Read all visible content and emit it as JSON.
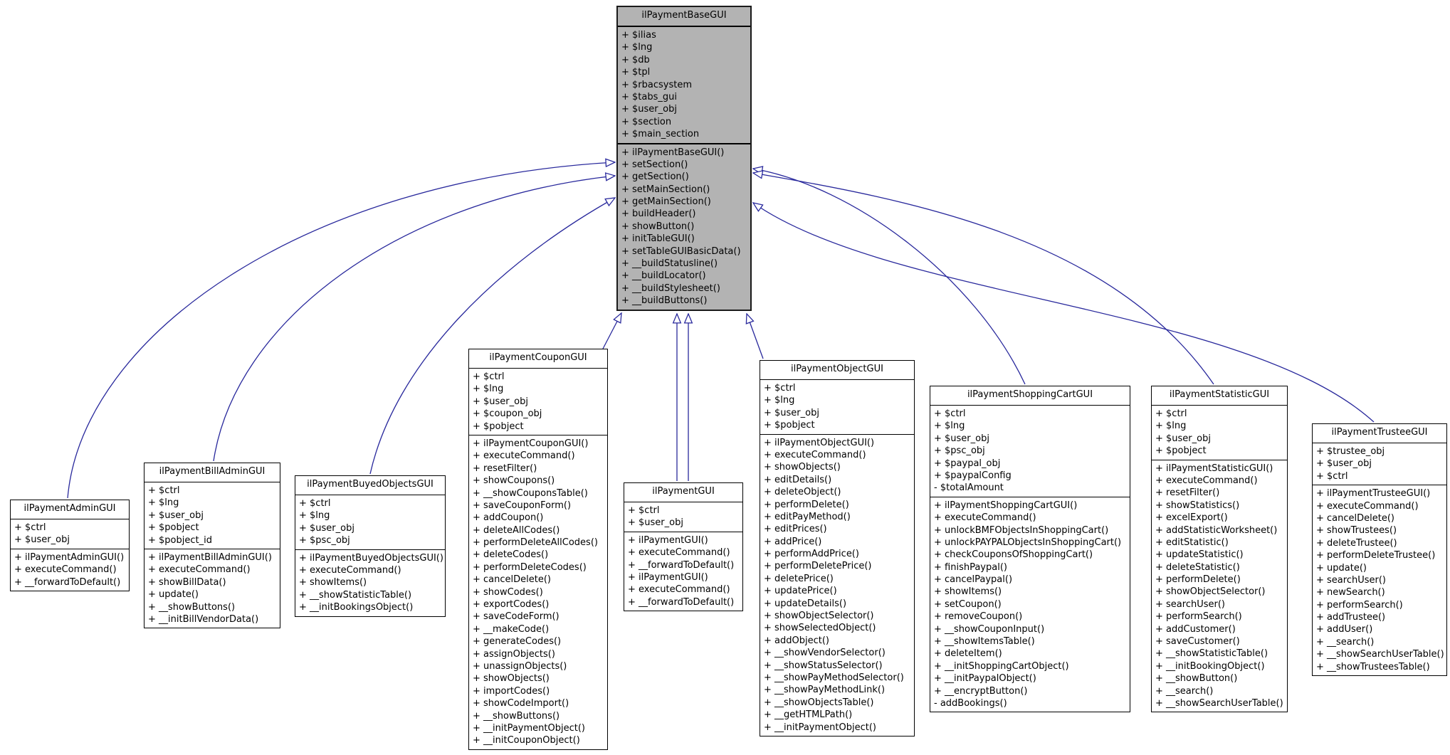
{
  "diagram": {
    "kind": "uml-inheritance-class-diagram",
    "arrow_color": "#28289c",
    "base_fill": "#b3b3b3",
    "classes": [
      {
        "name": "ilPaymentBaseGUI",
        "is_base": true,
        "attributes": [
          "+ $ilias",
          "+ $lng",
          "+ $db",
          "+ $tpl",
          "+ $rbacsystem",
          "+ $tabs_gui",
          "+ $user_obj",
          "+ $section",
          "+ $main_section"
        ],
        "methods": [
          "+ ilPaymentBaseGUI()",
          "+ setSection()",
          "+ getSection()",
          "+ setMainSection()",
          "+ getMainSection()",
          "+ buildHeader()",
          "+ showButton()",
          "+ initTableGUI()",
          "+ setTableGUIBasicData()",
          "+ __buildStatusline()",
          "+ __buildLocator()",
          "+ __buildStylesheet()",
          "+ __buildButtons()"
        ]
      },
      {
        "name": "ilPaymentAdminGUI",
        "attributes": [
          "+ $ctrl",
          "+ $user_obj"
        ],
        "methods": [
          "+ ilPaymentAdminGUI()",
          "+ executeCommand()",
          "+ __forwardToDefault()"
        ]
      },
      {
        "name": "ilPaymentBillAdminGUI",
        "attributes": [
          "+ $ctrl",
          "+ $lng",
          "+ $user_obj",
          "+ $pobject",
          "+ $pobject_id"
        ],
        "methods": [
          "+ ilPaymentBillAdminGUI()",
          "+ executeCommand()",
          "+ showBillData()",
          "+ update()",
          "+ __showButtons()",
          "+ __initBillVendorData()"
        ]
      },
      {
        "name": "ilPaymentBuyedObjectsGUI",
        "attributes": [
          "+ $ctrl",
          "+ $lng",
          "+ $user_obj",
          "+ $psc_obj"
        ],
        "methods": [
          "+ ilPaymentBuyedObjectsGUI()",
          "+ executeCommand()",
          "+ showItems()",
          "+ __showStatisticTable()",
          "+ __initBookingsObject()"
        ]
      },
      {
        "name": "ilPaymentCouponGUI",
        "attributes": [
          "+ $ctrl",
          "+ $lng",
          "+ $user_obj",
          "+ $coupon_obj",
          "+ $pobject"
        ],
        "methods": [
          "+ ilPaymentCouponGUI()",
          "+ executeCommand()",
          "+ resetFilter()",
          "+ showCoupons()",
          "+ __showCouponsTable()",
          "+ saveCouponForm()",
          "+ addCoupon()",
          "+ deleteAllCodes()",
          "+ performDeleteAllCodes()",
          "+ deleteCodes()",
          "+ performDeleteCodes()",
          "+ cancelDelete()",
          "+ showCodes()",
          "+ exportCodes()",
          "+ saveCodeForm()",
          "+ __makeCode()",
          "+ generateCodes()",
          "+ assignObjects()",
          "+ unassignObjects()",
          "+ showObjects()",
          "+ importCodes()",
          "+ showCodeImport()",
          "+ __showButtons()",
          "+ __initPaymentObject()",
          "+ __initCouponObject()"
        ]
      },
      {
        "name": "ilPaymentGUI",
        "attributes": [
          "+ $ctrl",
          "+ $user_obj"
        ],
        "methods": [
          "+ ilPaymentGUI()",
          "+ executeCommand()",
          "+ __forwardToDefault()",
          "+ ilPaymentGUI()",
          "+ executeCommand()",
          "+ __forwardToDefault()"
        ]
      },
      {
        "name": "ilPaymentObjectGUI",
        "attributes": [
          "+ $ctrl",
          "+ $lng",
          "+ $user_obj",
          "+ $pobject"
        ],
        "methods": [
          "+ ilPaymentObjectGUI()",
          "+ executeCommand()",
          "+ showObjects()",
          "+ editDetails()",
          "+ deleteObject()",
          "+ performDelete()",
          "+ editPayMethod()",
          "+ editPrices()",
          "+ addPrice()",
          "+ performAddPrice()",
          "+ performDeletePrice()",
          "+ deletePrice()",
          "+ updatePrice()",
          "+ updateDetails()",
          "+ showObjectSelector()",
          "+ showSelectedObject()",
          "+ addObject()",
          "+ __showVendorSelector()",
          "+ __showStatusSelector()",
          "+ __showPayMethodSelector()",
          "+ __showPayMethodLink()",
          "+ __showObjectsTable()",
          "+ __getHTMLPath()",
          "+ __initPaymentObject()"
        ]
      },
      {
        "name": "ilPaymentShoppingCartGUI",
        "attributes": [
          "+ $ctrl",
          "+ $lng",
          "+ $user_obj",
          "+ $psc_obj",
          "+ $paypal_obj",
          "+ $paypalConfig",
          "- $totalAmount"
        ],
        "methods": [
          "+ ilPaymentShoppingCartGUI()",
          "+ executeCommand()",
          "+ unlockBMFObjectsInShoppingCart()",
          "+ unlockPAYPALObjectsInShoppingCart()",
          "+ checkCouponsOfShoppingCart()",
          "+ finishPaypal()",
          "+ cancelPaypal()",
          "+ showItems()",
          "+ setCoupon()",
          "+ removeCoupon()",
          "+ __showCouponInput()",
          "+ __showItemsTable()",
          "+ deleteItem()",
          "+ __initShoppingCartObject()",
          "+ __initPaypalObject()",
          "+ __encryptButton()",
          "- addBookings()"
        ]
      },
      {
        "name": "ilPaymentStatisticGUI",
        "attributes": [
          "+ $ctrl",
          "+ $lng",
          "+ $user_obj",
          "+ $pobject"
        ],
        "methods": [
          "+ ilPaymentStatisticGUI()",
          "+ executeCommand()",
          "+ resetFilter()",
          "+ showStatistics()",
          "+ excelExport()",
          "+ addStatisticWorksheet()",
          "+ editStatistic()",
          "+ updateStatistic()",
          "+ deleteStatistic()",
          "+ performDelete()",
          "+ showObjectSelector()",
          "+ searchUser()",
          "+ performSearch()",
          "+ addCustomer()",
          "+ saveCustomer()",
          "+ __showStatisticTable()",
          "+ __initBookingObject()",
          "+ __showButton()",
          "+ __search()",
          "+ __showSearchUserTable()"
        ]
      },
      {
        "name": "ilPaymentTrusteeGUI",
        "attributes": [
          "+ $trustee_obj",
          "+ $user_obj",
          "+ $ctrl"
        ],
        "methods": [
          "+ ilPaymentTrusteeGUI()",
          "+ executeCommand()",
          "+ cancelDelete()",
          "+ showTrustees()",
          "+ deleteTrustee()",
          "+ performDeleteTrustee()",
          "+ update()",
          "+ searchUser()",
          "+ newSearch()",
          "+ performSearch()",
          "+ addTrustee()",
          "+ addUser()",
          "+ __search()",
          "+ __showSearchUserTable()",
          "+ __showTrusteesTable()"
        ]
      }
    ],
    "edges": [
      {
        "from": "ilPaymentAdminGUI",
        "to": "ilPaymentBaseGUI"
      },
      {
        "from": "ilPaymentBillAdminGUI",
        "to": "ilPaymentBaseGUI"
      },
      {
        "from": "ilPaymentBuyedObjectsGUI",
        "to": "ilPaymentBaseGUI"
      },
      {
        "from": "ilPaymentCouponGUI",
        "to": "ilPaymentBaseGUI"
      },
      {
        "from": "ilPaymentGUI",
        "to": "ilPaymentBaseGUI"
      },
      {
        "from": "ilPaymentGUI",
        "to": "ilPaymentBaseGUI"
      },
      {
        "from": "ilPaymentObjectGUI",
        "to": "ilPaymentBaseGUI"
      },
      {
        "from": "ilPaymentShoppingCartGUI",
        "to": "ilPaymentBaseGUI"
      },
      {
        "from": "ilPaymentStatisticGUI",
        "to": "ilPaymentBaseGUI"
      },
      {
        "from": "ilPaymentTrusteeGUI",
        "to": "ilPaymentBaseGUI"
      }
    ]
  }
}
